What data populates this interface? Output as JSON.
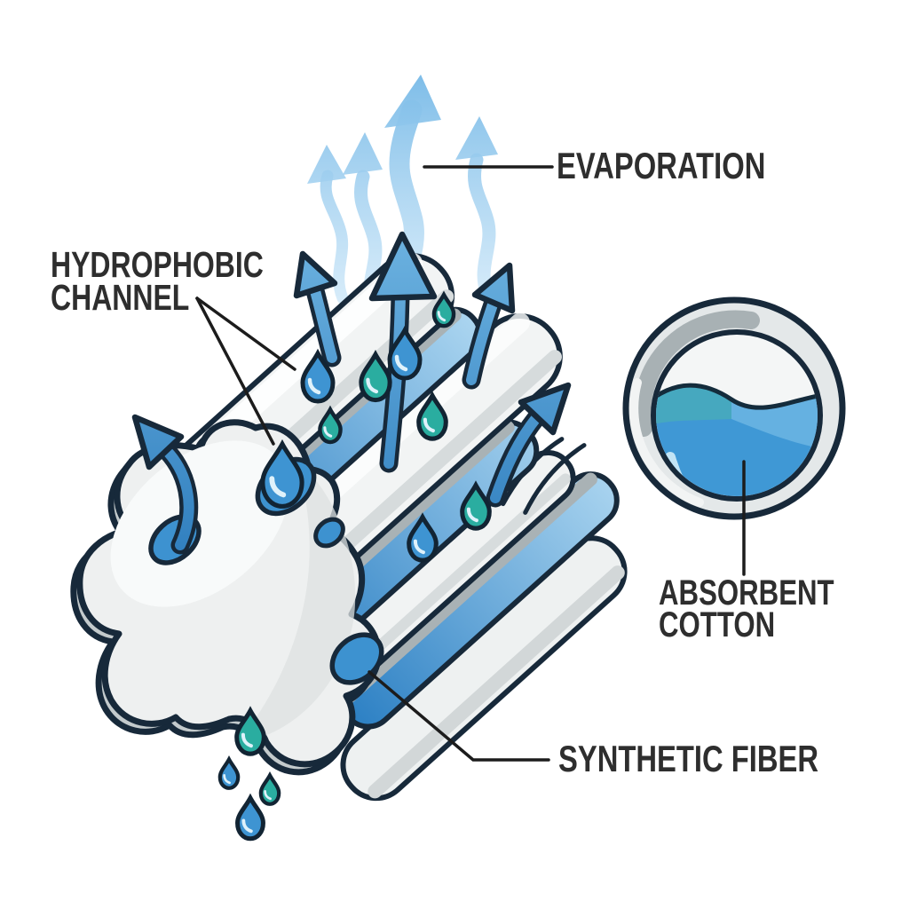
{
  "labels": {
    "evaporation": "EVAPORATION",
    "hydrophobic_line1": "HYDROPHOBIC",
    "hydrophobic_line2": "CHANNEL",
    "absorbent_line1": "ABSORBENT",
    "absorbent_line2": "COTTON",
    "synthetic_fiber": "SYNTHETIC FIBER"
  },
  "colors": {
    "background": "#ffffff",
    "label_text": "#2e2e2e",
    "leader_line": "#1c1c1c",
    "outline_dark": "#17293a",
    "arrow_blue_light": "#6cb2e0",
    "arrow_blue_deep": "#2d7cbd",
    "evaporation_arrow_top": "#7cbce8",
    "evaporation_arrow_fade": "#d4ebfa",
    "channel_water_deep": "#2c80c4",
    "channel_water_light": "#c3e5f8",
    "droplet_blue": "#3e94d2",
    "droplet_teal": "#2aada0",
    "fiber_white": "#eef0f0",
    "fiber_shadow": "#c3cacc",
    "rim_gray": "#a8b1b4",
    "cotton_water_blue": "#3f98d5",
    "cotton_water_teal": "#46a8bf"
  },
  "parts": {
    "evaporation_arrows": "four wavy upward vapor arrows",
    "vapor_arrows": "five outlined blue arrows leaving channels",
    "droplets": "blue and teal teardrop water drops",
    "fiber_cross_section": "gear-shaped synthetic fiber bundle end",
    "cotton_circle": "ring cross-section holding absorbed water"
  }
}
